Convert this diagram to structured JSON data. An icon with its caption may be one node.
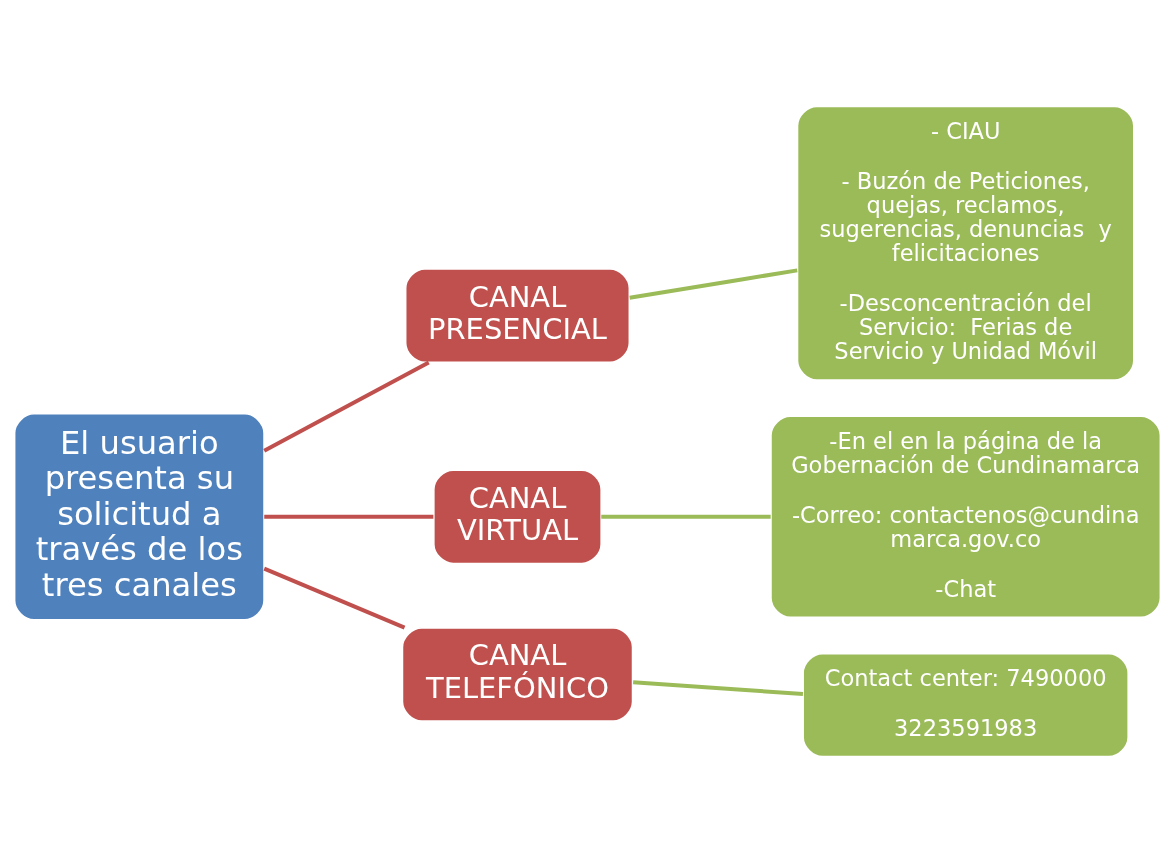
{
  "diagram": {
    "nodes": [
      {
        "text": [
          "El usuario presenta su solicitud a través de los tres canales"
        ]
      },
      {
        "text": [
          "CANAL PRESENCIAL"
        ]
      },
      {
        "text": [
          "- CIAU",
          "- Buzón de Peticiones, quejas, reclamos, sugerencias, denuncias  y felicitaciones",
          "-Desconcentración del Servicio:  Ferias de Servicio y Unidad Móvil"
        ]
      },
      {
        "text": [
          "CANAL VIRTUAL"
        ]
      },
      {
        "text": [
          "-En el en la página de la Gobernación de Cundinamarca",
          "-Correo: contactenos@cundinamarca.gov.co",
          "-Chat"
        ]
      },
      {
        "text": [
          "CANAL TELEFÓNICO"
        ]
      },
      {
        "text": [
          "Contact center: 7490000",
          "3223591983"
        ]
      }
    ],
    "edges": [
      {
        "from": 0,
        "to": 1,
        "arrow": "none",
        "color": "#c0504d"
      },
      {
        "from": 0,
        "to": 3,
        "arrow": "none",
        "color": "#c0504d"
      },
      {
        "from": 0,
        "to": 5,
        "arrow": "none",
        "color": "#c0504d"
      },
      {
        "from": 1,
        "to": 2,
        "arrow": "none",
        "color": "#9bbb59"
      },
      {
        "from": 3,
        "to": 4,
        "arrow": "none",
        "color": "#9bbb59"
      },
      {
        "from": 5,
        "to": 6,
        "arrow": "none",
        "color": "#9bbb59"
      }
    ]
  }
}
